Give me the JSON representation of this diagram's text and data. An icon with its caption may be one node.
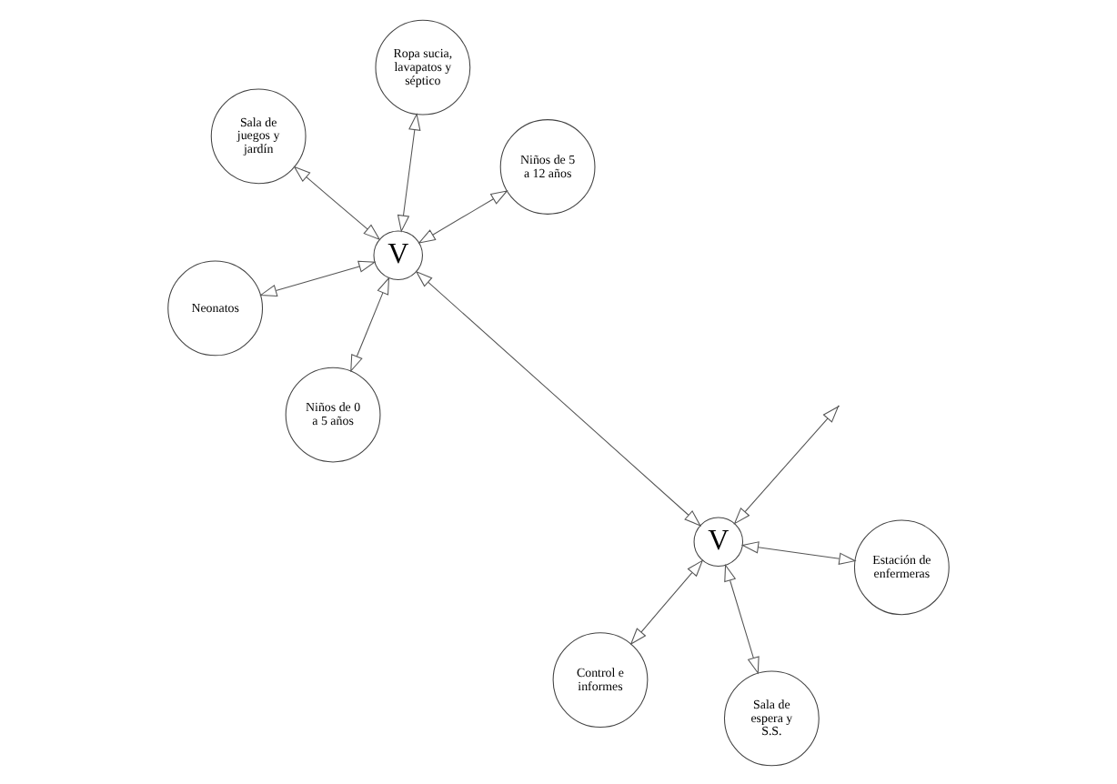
{
  "diagram": {
    "nodes": [
      {
        "text": [
          "Sala de juegos y jardín"
        ]
      },
      {
        "text": [
          "Estación de enfermeras"
        ]
      },
      {
        "text": [
          "V"
        ]
      },
      {
        "text": [
          "V"
        ]
      },
      {
        "text": [
          "Ropa sucia, lavapatos y séptico"
        ]
      },
      {
        "text": [
          "Control e informes"
        ]
      },
      {
        "text": [
          "Neonatos"
        ]
      },
      {
        "text": [
          "Niños de 5 a 12 años"
        ]
      },
      {
        "text": [
          "Niños de 0 a 5 años"
        ]
      },
      {
        "text": [
          "Sala de espera y S.S."
        ]
      }
    ],
    "edges": [
      {
        "from": 1,
        "to": 2,
        "arrow": "both"
      },
      {
        "from": 5,
        "to": 2,
        "arrow": "both"
      },
      {
        "from": 2,
        "to": 9,
        "arrow": "both"
      },
      {
        "from": 2,
        "to": null,
        "arrow": "both"
      },
      {
        "from": 2,
        "to": 3,
        "arrow": "both"
      },
      {
        "from": 0,
        "to": 3,
        "arrow": "both"
      },
      {
        "from": 3,
        "to": 4,
        "arrow": "both"
      },
      {
        "from": 3,
        "to": 6,
        "arrow": "both"
      },
      {
        "from": 3,
        "to": 8,
        "arrow": "both"
      },
      {
        "from": 3,
        "to": 7,
        "arrow": "both"
      }
    ]
  }
}
